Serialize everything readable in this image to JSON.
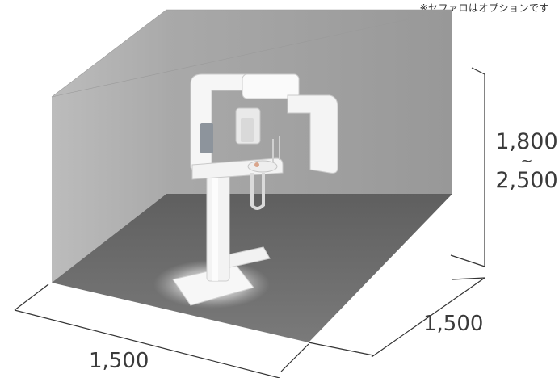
{
  "note": "※セファロはオプションです",
  "dimensions": {
    "height_min": "1,800",
    "height_separator": "~",
    "height_max": "2,500",
    "depth": "1,500",
    "width": "1,500"
  },
  "colors": {
    "back_wall": "#9c9c9c",
    "left_wall": "#b0b0b0",
    "floor": "#6b6b6b",
    "machine_body": "#f4f4f4",
    "dimension_line": "#333333"
  },
  "icons": {
    "device": "panoramic-xray-unit"
  }
}
